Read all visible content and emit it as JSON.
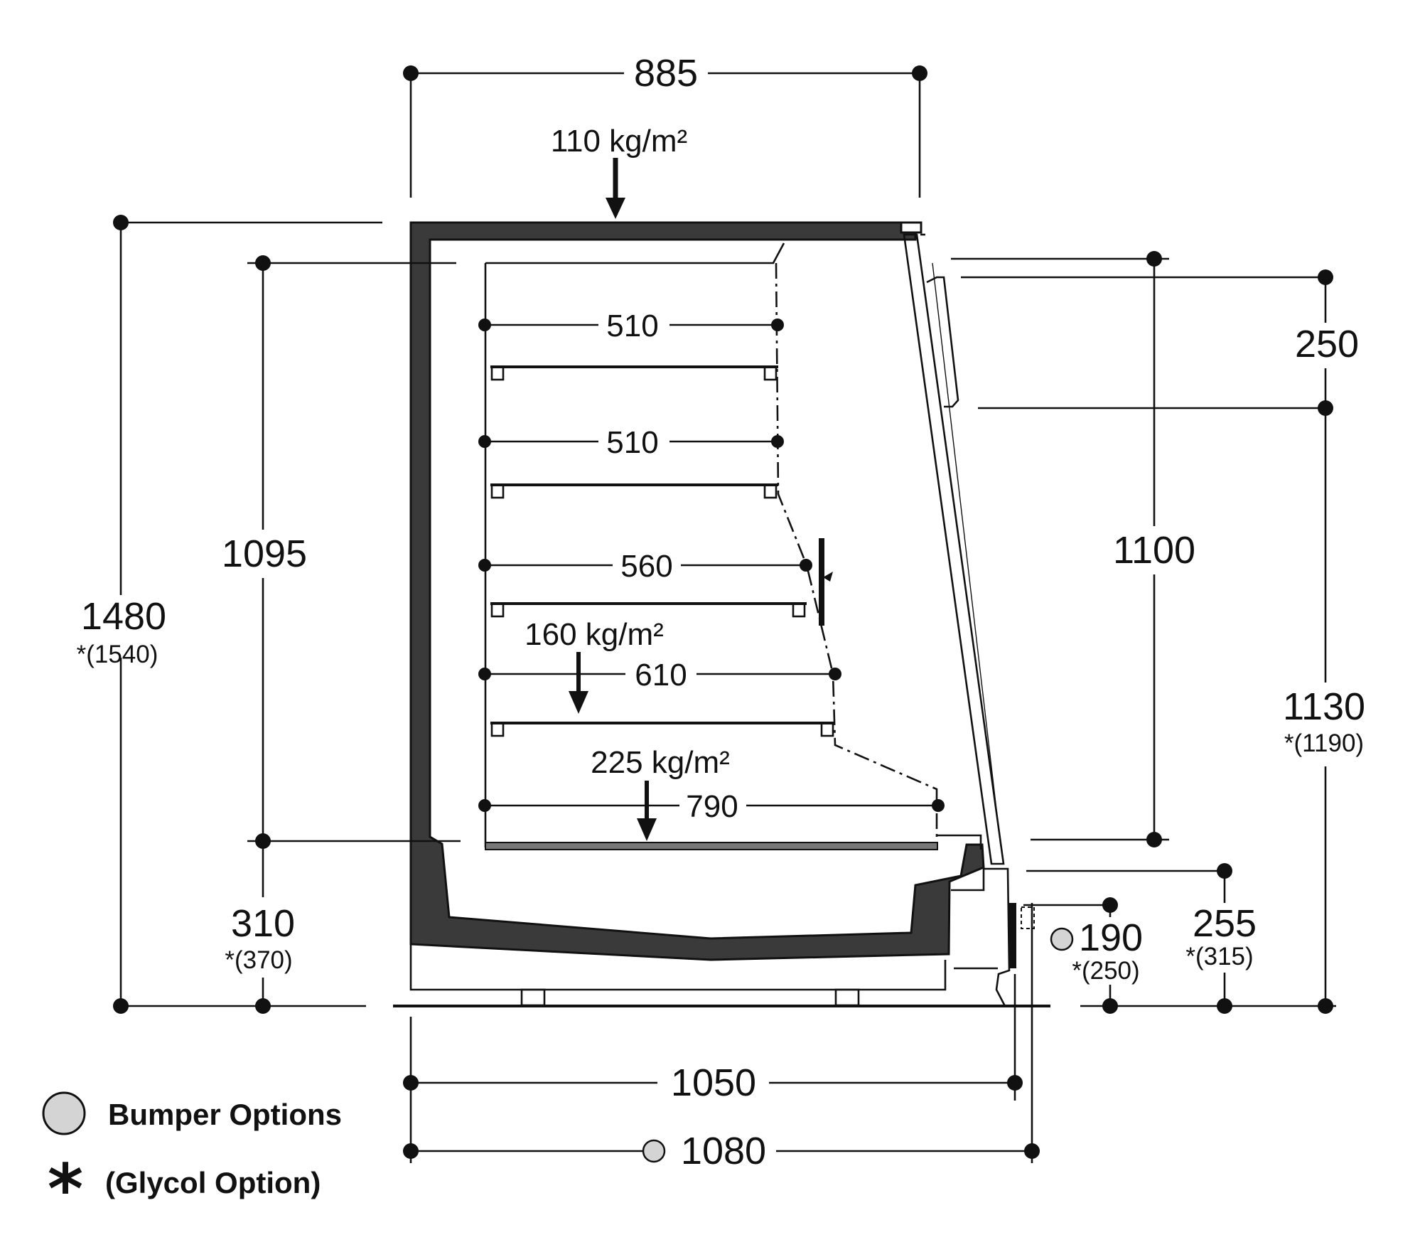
{
  "dimensions": {
    "top_width": "885",
    "top_load": "110 kg/m²",
    "shelf1": "510",
    "shelf2": "510",
    "shelf3": "560",
    "shelf4_load": "160 kg/m²",
    "shelf4": "610",
    "base_load": "225 kg/m²",
    "base": "790",
    "total_height": "1480",
    "total_height_glycol": "*(1540)",
    "inner_height": "1095",
    "deck_height": "310",
    "deck_height_glycol": "*(370)",
    "header": "250",
    "opening": "1100",
    "front_height": "1130",
    "front_height_glycol": "*(1190)",
    "bumper_height": "190",
    "bumper_height_glycol": "*(250)",
    "kick_height": "255",
    "kick_height_glycol": "*(315)",
    "depth": "1050",
    "depth_bumper": "1080"
  },
  "legend": {
    "bumper": "Bumper Options",
    "glycol_symbol": "*",
    "glycol": "(Glycol Option)"
  },
  "colors": {
    "ink": "#111111",
    "wall_fill": "#3a3a3a",
    "bumper_fill": "#d4d4d4"
  }
}
